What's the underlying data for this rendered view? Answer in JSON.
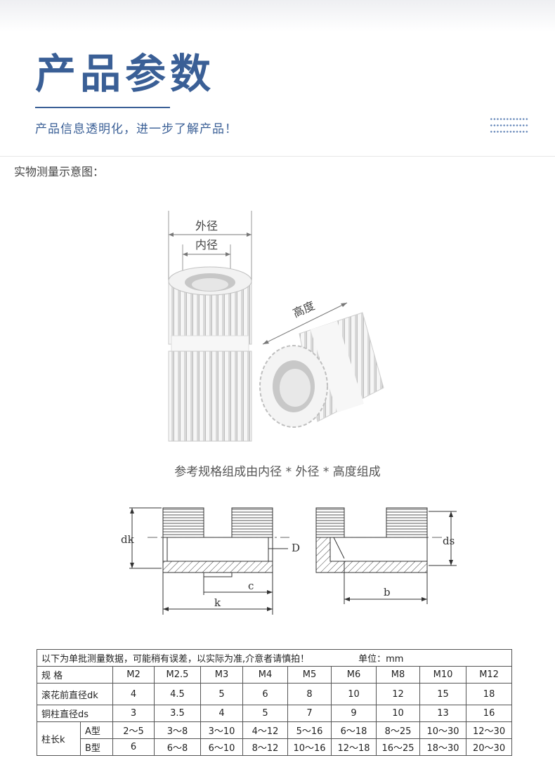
{
  "header": {
    "title": "产品参数",
    "subtitle": "产品信息透明化，进一步了解产品！"
  },
  "section_label": "实物测量示意图：",
  "photo_labels": {
    "outer_diameter": "外径",
    "inner_diameter": "内径",
    "height": "高度"
  },
  "caption": "参考规格组成由内径 * 外径 * 高度组成",
  "diagram_labels": {
    "dk": "dk",
    "D": "D",
    "c": "c",
    "k": "k",
    "ds": "ds",
    "b": "b"
  },
  "table": {
    "note": "以下为单批测量数据，可能稍有误差，以实际为准,介意者请慎拍！",
    "unit": "单位：mm",
    "spec_label": "规  格",
    "specs": [
      "M2",
      "M2.5",
      "M3",
      "M4",
      "M5",
      "M6",
      "M8",
      "M10",
      "M12"
    ],
    "dk_label": "滚花前直径dk",
    "dk": [
      "4",
      "4.5",
      "5",
      "6",
      "8",
      "10",
      "12",
      "15",
      "18"
    ],
    "ds_label": "铜柱直径ds",
    "ds": [
      "3",
      "3.5",
      "4",
      "5",
      "7",
      "9",
      "10",
      "13",
      "16"
    ],
    "k_label": "柱长k",
    "a_type": "A型",
    "a": [
      "2～5",
      "3～8",
      "3～10",
      "4～12",
      "5～16",
      "6～18",
      "8～25",
      "10～30",
      "12～30"
    ],
    "b_type": "B型",
    "b": [
      "6",
      "6～8",
      "6～10",
      "8～12",
      "10～16",
      "12～18",
      "16～25",
      "18～30",
      "20～30"
    ]
  }
}
